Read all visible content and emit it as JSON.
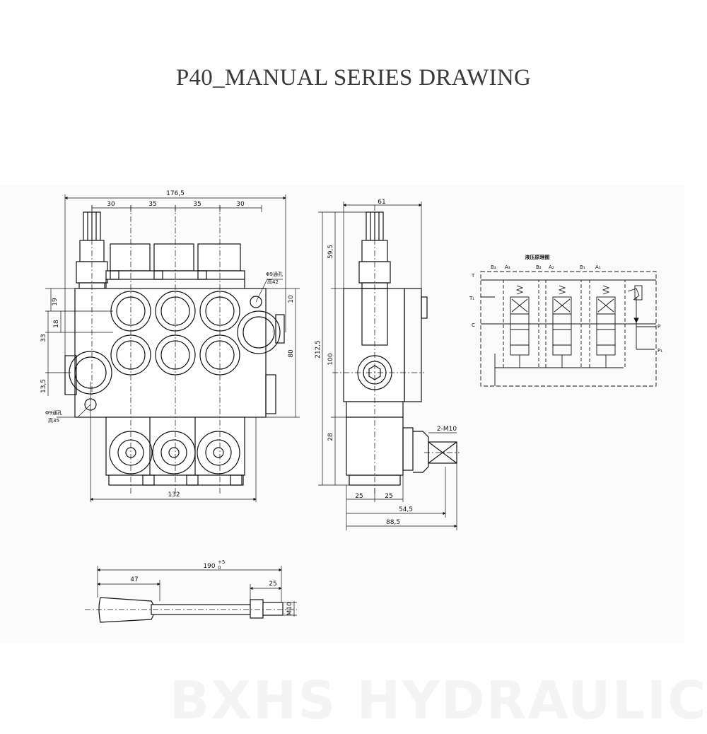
{
  "title": "P40_MANUAL SERIES DRAWING",
  "watermark": "BXHS HYDRAULIC",
  "front_view": {
    "dims": {
      "overall_width": "176,5",
      "pitch_1": "30",
      "pitch_2": "35",
      "pitch_3": "35",
      "pitch_4": "30",
      "h_19": "19",
      "h_18": "18",
      "h_33": "33",
      "h_13_5": "13,5",
      "h_10": "10",
      "h_80": "80",
      "base_width": "132"
    },
    "hole_top_label": "Φ9通孔",
    "hole_top_height": "高42",
    "hole_bottom_label": "Φ9通孔",
    "hole_bottom_height": "高35"
  },
  "side_view": {
    "dims": {
      "top_width": "61",
      "h_59_5": "59,5",
      "h_212_5": "212,5",
      "h_100": "100",
      "h_28": "28",
      "w_25_a": "25",
      "w_25_b": "25",
      "w_54_5": "54,5",
      "w_88_5": "88,5",
      "thread": "2-M10"
    }
  },
  "schematic": {
    "title": "液压原理图",
    "ports": {
      "T": "T",
      "T1": "T₁",
      "C": "C",
      "P": "P",
      "P1": "P₁",
      "B3": "B₃",
      "A3": "A₃",
      "B2": "B₂",
      "A2": "A₂",
      "B1": "B₁",
      "A1": "A₁"
    }
  },
  "handle": {
    "dims": {
      "length": "190",
      "tolerance_upper": "+5",
      "tolerance_lower": "0",
      "grip": "47",
      "thread_len": "25",
      "thread": "M10"
    }
  }
}
